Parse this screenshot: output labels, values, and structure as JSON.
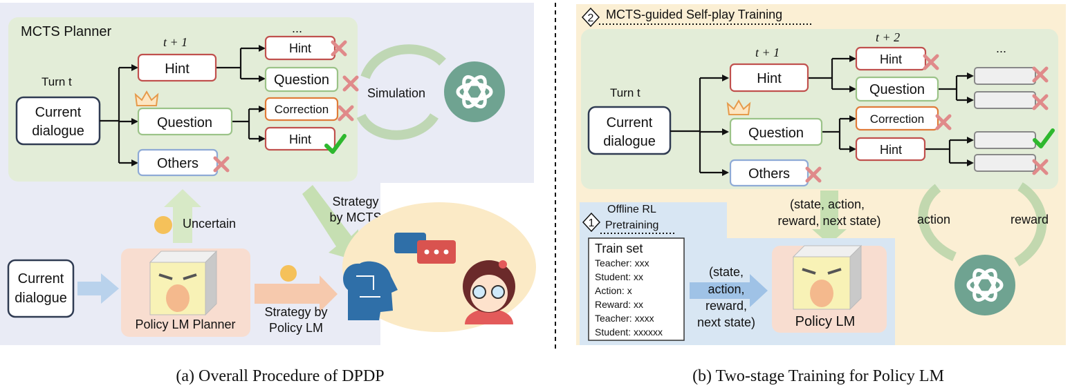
{
  "panel_a": {
    "planner_title": "MCTS Planner",
    "turn_label": "Turn t",
    "t_plus_1": "t + 1",
    "dots": "...",
    "current_dialogue_line1": "Current",
    "current_dialogue_line2": "dialogue",
    "nodes": {
      "hint": "Hint",
      "question": "Question",
      "others": "Others",
      "hint_child": "Hint",
      "question_child": "Question",
      "correction_child": "Correction",
      "hint_child2": "Hint"
    },
    "simulation": "Simulation",
    "uncertain": "Uncertain",
    "strategy_mcts_line1": "Strategy",
    "strategy_mcts_line2": "by MCTS",
    "strategy_policy_line1": "Strategy by",
    "strategy_policy_line2": "Policy LM",
    "policy_planner": "Policy LM Planner",
    "caption": "(a)  Overall Procedure of DPDP"
  },
  "panel_b": {
    "stage2_number": "2",
    "stage2_title": "MCTS-guided Self-play Training",
    "turn_label": "Turn t",
    "t_plus_1": "t + 1",
    "t_plus_2": "t + 2",
    "dots": "...",
    "current_dialogue_line1": "Current",
    "current_dialogue_line2": "dialogue",
    "nodes": {
      "hint": "Hint",
      "question": "Question",
      "others": "Others",
      "hint_child": "Hint",
      "question_child": "Question",
      "correction_child": "Correction",
      "hint_child2": "Hint"
    },
    "transition_line1": "(state, action,",
    "transition_line2": "reward, next state)",
    "action": "action",
    "reward": "reward",
    "stage1_number": "1",
    "stage1_title_line1": "Offline RL",
    "stage1_title_line2": "Pretraining",
    "train_set": {
      "title": "Train set",
      "rows": [
        "Teacher: xxx",
        "Student: xx",
        "Action: x",
        "Reward: xx",
        "Teacher: xxxx",
        "Student: xxxxxx"
      ]
    },
    "tuple_lines": [
      "(state,",
      "action,",
      "reward,",
      "next state)"
    ],
    "policy_lm": "Policy LM",
    "caption": "(b)  Two-stage Training for Policy LM"
  },
  "colors": {
    "panel_bg": "#e9ebf5",
    "planner_bg": "#e3edd8",
    "beige_bg": "#fbefd4",
    "blue_bg": "#d8e6f3",
    "red_border": "#c0504d",
    "green_border": "#9bc388",
    "orange_border": "#e07b39",
    "blue_border": "#8eaad6",
    "openai_green": "#6fa391",
    "check_green": "#2eb82e",
    "cross_red": "#e08a8a"
  }
}
